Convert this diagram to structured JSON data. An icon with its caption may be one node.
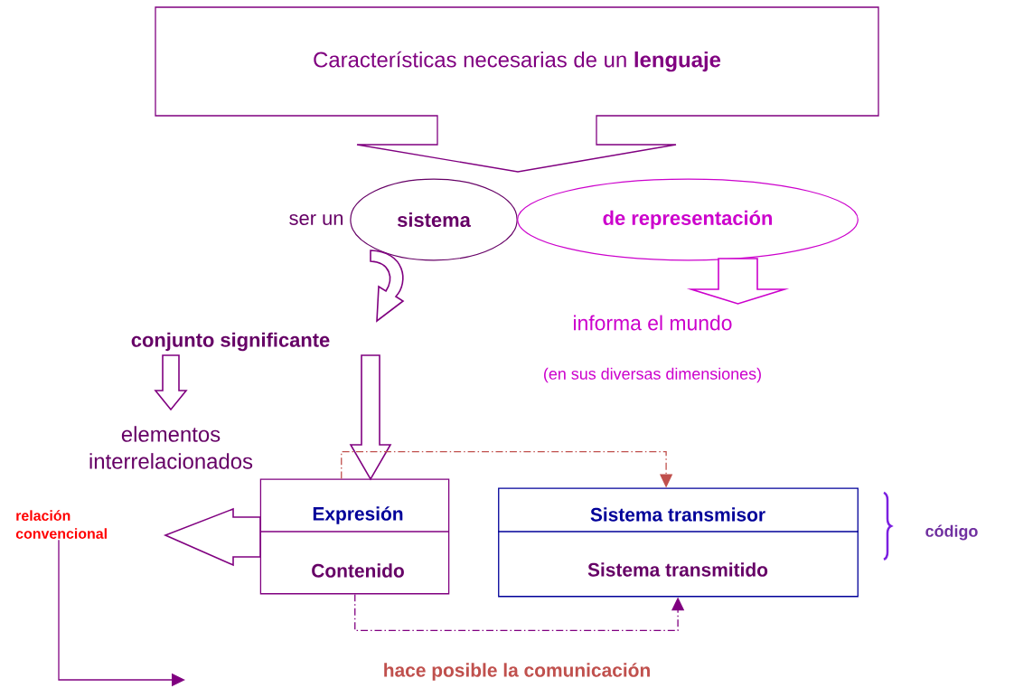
{
  "diagram": {
    "nodes": [
      {
        "text": [
          "Características necesarias de un **lenguaje**"
        ]
      },
      {
        "text": [
          "sistema"
        ]
      },
      {
        "text": [
          "de representación"
        ]
      },
      {
        "text": [
          "conjunto significante"
        ]
      },
      {
        "text": [
          "informa el mundo"
        ]
      },
      {
        "text": [
          "elementos interrelacionados"
        ]
      },
      {
        "text": [
          "Expresión",
          "Contenido"
        ]
      },
      {
        "text": [
          "relación convencional"
        ]
      },
      {
        "text": [
          "Sistema transmisor",
          "Sistema transmitido"
        ]
      }
    ],
    "edges": [
      {
        "from": 1,
        "to": 3,
        "arrow": "to",
        "style": "thick"
      },
      {
        "from": 2,
        "to": 4,
        "arrow": "to",
        "style": "thick",
        "color": "#cc00cc"
      },
      {
        "from": 3,
        "to": 5,
        "arrow": "to",
        "style": "thick"
      },
      {
        "from": 3,
        "to": 6,
        "arrow": "to",
        "style": "thick"
      },
      {
        "from": 6,
        "to": 7,
        "arrow": "to",
        "style": "thick"
      },
      {
        "from": 6,
        "to": 8,
        "arrow": "to",
        "style": "dashed",
        "color": "#c0504d"
      },
      {
        "from": 6,
        "to": 8,
        "arrow": "to",
        "style": "dashed"
      },
      {
        "from": 7,
        "to": null,
        "arrow": "to"
      }
    ],
    "labels": [
      "ser un",
      "(en sus diversas dimensiones)",
      "código",
      "hace posible la comunicación"
    ]
  }
}
